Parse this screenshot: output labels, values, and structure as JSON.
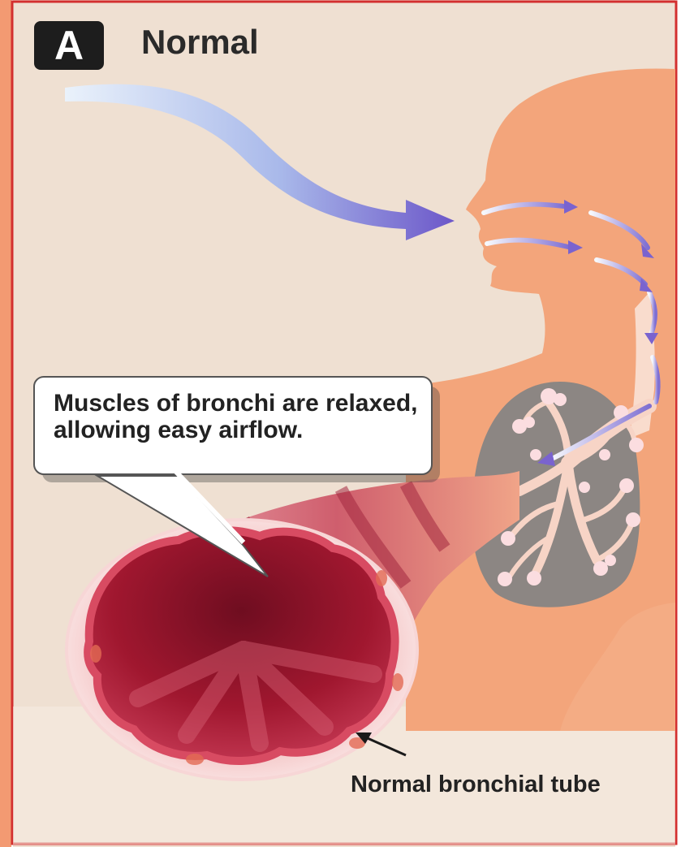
{
  "panel": {
    "letter": "A",
    "title": "Normal"
  },
  "callout": {
    "text": "Muscles of bronchi are relaxed, allowing  easy airflow."
  },
  "labels": {
    "tube": "Normal bronchial tube"
  },
  "colors": {
    "background": "#efe0d2",
    "body": "#f3a57b",
    "lung": "#8c8683",
    "bronchial_tree": "#f7d4c6",
    "airflow": "#7b68cf",
    "tube_wall": "#c53b52",
    "lumen": "#9e1631",
    "border": "#d32f2f"
  },
  "icons": [
    "airflow-arrow-icon",
    "callout-pointer-icon",
    "label-arrow-icon"
  ]
}
